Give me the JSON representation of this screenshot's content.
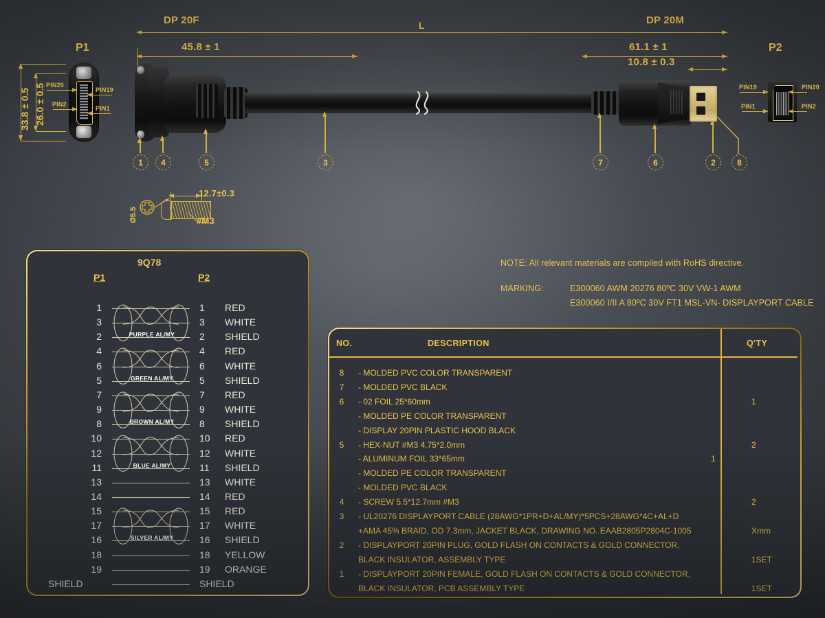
{
  "colors": {
    "gold": "#ecc24b",
    "gold_dim": "#d8b33c",
    "panel_bg": "#30343a",
    "wire": "#cfc9ac",
    "text_light": "#e9e4d6"
  },
  "drawing": {
    "dim_overall_left_label": "DP 20F",
    "dim_overall_center_label": "L",
    "dim_overall_right_label": "DP 20M",
    "dim_left_len": "45.8 ± 1",
    "dim_right_len": "61.1 ± 1",
    "dim_plug_len": "10.8 ± 0.3",
    "p1_label": "P1",
    "p2_label": "P2",
    "p1_height_outer": "33.8 ± 0.5",
    "p1_height_inner": "26.0 ± 0.5",
    "p1_pins": [
      "PIN20",
      "PIN19",
      "PIN2",
      "PIN1"
    ],
    "p2_pins": [
      "PIN19",
      "PIN20",
      "PIN1",
      "PIN2"
    ],
    "callouts": [
      "1",
      "4",
      "5",
      "3",
      "7",
      "6",
      "2",
      "8"
    ],
    "screw_detail": {
      "diameter": "Ø5.5",
      "length": "12.7±0.3",
      "thread": "#M3"
    }
  },
  "wiring": {
    "title": "9Q78",
    "p1_header": "P1",
    "p2_header": "P2",
    "shield_label": "SHIELD",
    "rows": [
      {
        "p1": "1",
        "p2": "1",
        "color": "RED"
      },
      {
        "p1": "3",
        "p2": "3",
        "color": "WHITE"
      },
      {
        "p1": "2",
        "p2": "2",
        "color": "SHIELD"
      },
      {
        "p1": "4",
        "p2": "4",
        "color": "RED"
      },
      {
        "p1": "6",
        "p2": "6",
        "color": "WHITE"
      },
      {
        "p1": "5",
        "p2": "5",
        "color": "SHIELD"
      },
      {
        "p1": "7",
        "p2": "7",
        "color": "RED"
      },
      {
        "p1": "9",
        "p2": "9",
        "color": "WHITE"
      },
      {
        "p1": "8",
        "p2": "8",
        "color": "SHIELD"
      },
      {
        "p1": "10",
        "p2": "10",
        "color": "RED"
      },
      {
        "p1": "12",
        "p2": "12",
        "color": "WHITE"
      },
      {
        "p1": "11",
        "p2": "11",
        "color": "SHIELD"
      },
      {
        "p1": "13",
        "p2": "13",
        "color": "WHITE"
      },
      {
        "p1": "14",
        "p2": "14",
        "color": "RED"
      },
      {
        "p1": "15",
        "p2": "15",
        "color": "RED"
      },
      {
        "p1": "17",
        "p2": "17",
        "color": "WHITE"
      },
      {
        "p1": "16",
        "p2": "16",
        "color": "SHIELD"
      },
      {
        "p1": "18",
        "p2": "18",
        "color": "YELLOW"
      },
      {
        "p1": "19",
        "p2": "19",
        "color": "ORANGE"
      },
      {
        "p1": "SHIELD",
        "p2": "SHIELD",
        "color": ""
      }
    ],
    "pair_labels": [
      "PURPLE AL/MY",
      "GREEN AL/MY",
      "BROWN AL/MY",
      "BLUE AL/MY",
      "SILVER AL/MY"
    ]
  },
  "notes": {
    "note_line": "NOTE: All relevant materials are compiled with RoHS directive.",
    "marking_label": "MARKING:",
    "marking_line1": "E300060 AWM 20276 80ºC 30V VW-1 AWM",
    "marking_line2": "E300060 I/II A 80ºC 30V FT1 MSL-VN- DISPLAYPORT CABLE"
  },
  "bom": {
    "headers": {
      "no": "NO.",
      "description": "DESCRIPTION",
      "qty": "Q'TY"
    },
    "rows": [
      {
        "no": "8",
        "desc": "- MOLDED PVC COLOR TRANSPARENT",
        "qty": ""
      },
      {
        "no": "7",
        "desc": "- MOLDED PVC BLACK",
        "qty": ""
      },
      {
        "no": "6",
        "desc": "- 02 FOIL 25*60mm",
        "qty": "1"
      },
      {
        "no": "",
        "desc": "- MOLDED PE COLOR TRANSPARENT",
        "qty": ""
      },
      {
        "no": "",
        "desc": "- DISPLAY 20PIN PLASTIC HOOD BLACK",
        "qty": ""
      },
      {
        "no": "5",
        "desc": "- HEX-NUT #M3 4.75*2.0mm",
        "qty": "2"
      },
      {
        "no": "",
        "desc": "- ALUMINUM FOIL 33*65mm",
        "qty": "1"
      },
      {
        "no": "",
        "desc": "- MOLDED PE COLOR TRANSPARENT",
        "qty": ""
      },
      {
        "no": "",
        "desc": "- MOLDED PVC BLACK",
        "qty": ""
      },
      {
        "no": "4",
        "desc": "- SCREW 5.5*12.7mm #M3",
        "qty": "2"
      },
      {
        "no": "3",
        "desc": "- UL20276 DISPLAYPORT CABLE (28AWG*1PR+D+AL/MY)*5PCS+28AWG*4C+AL+D",
        "qty": ""
      },
      {
        "no": "",
        "desc": "+AMA 45% BRAID, OD 7.3mm, JACKET BLACK, DRAWING NO. EAAB2805P2804C-1005",
        "qty": "Xmm"
      },
      {
        "no": "2",
        "desc": "- DISPLAYPORT 20PIN PLUG, GOLD FLASH ON CONTACTS & GOLD CONNECTOR,",
        "qty": ""
      },
      {
        "no": "",
        "desc": "BLACK INSULATOR, ASSEMBLY TYPE",
        "qty": "1SET"
      },
      {
        "no": "1",
        "desc": "- DISPLAYPORT 20PIN FEMALE, GOLD FLASH ON CONTACTS & GOLD CONNECTOR,",
        "qty": ""
      },
      {
        "no": "",
        "desc": "BLACK INSULATOR, PCB ASSEMBLY TYPE",
        "qty": "1SET"
      }
    ]
  }
}
